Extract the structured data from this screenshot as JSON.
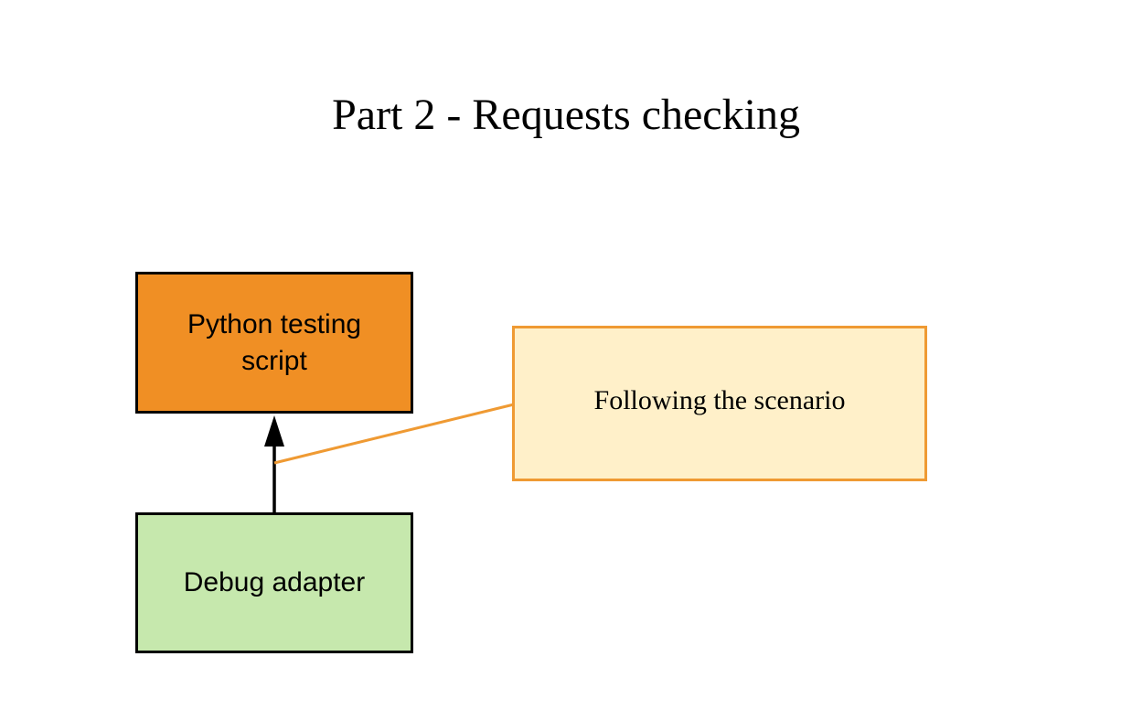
{
  "diagram": {
    "title": "Part 2 - Requests checking",
    "nodes": {
      "python_script": {
        "label": "Python testing script",
        "fill": "#f08f24"
      },
      "debug_adapter": {
        "label": "Debug adapter",
        "fill": "#c6e8ad"
      },
      "note": {
        "label": "Following the scenario",
        "fill": "#fff0c9",
        "border": "#ef9a33"
      }
    },
    "edges": [
      {
        "from": "debug_adapter",
        "to": "python_script",
        "style": "arrow",
        "color": "#000000"
      }
    ],
    "annotation_link": {
      "from": "note",
      "to": "edge-debug-to-python",
      "color": "#ef9a33"
    }
  }
}
